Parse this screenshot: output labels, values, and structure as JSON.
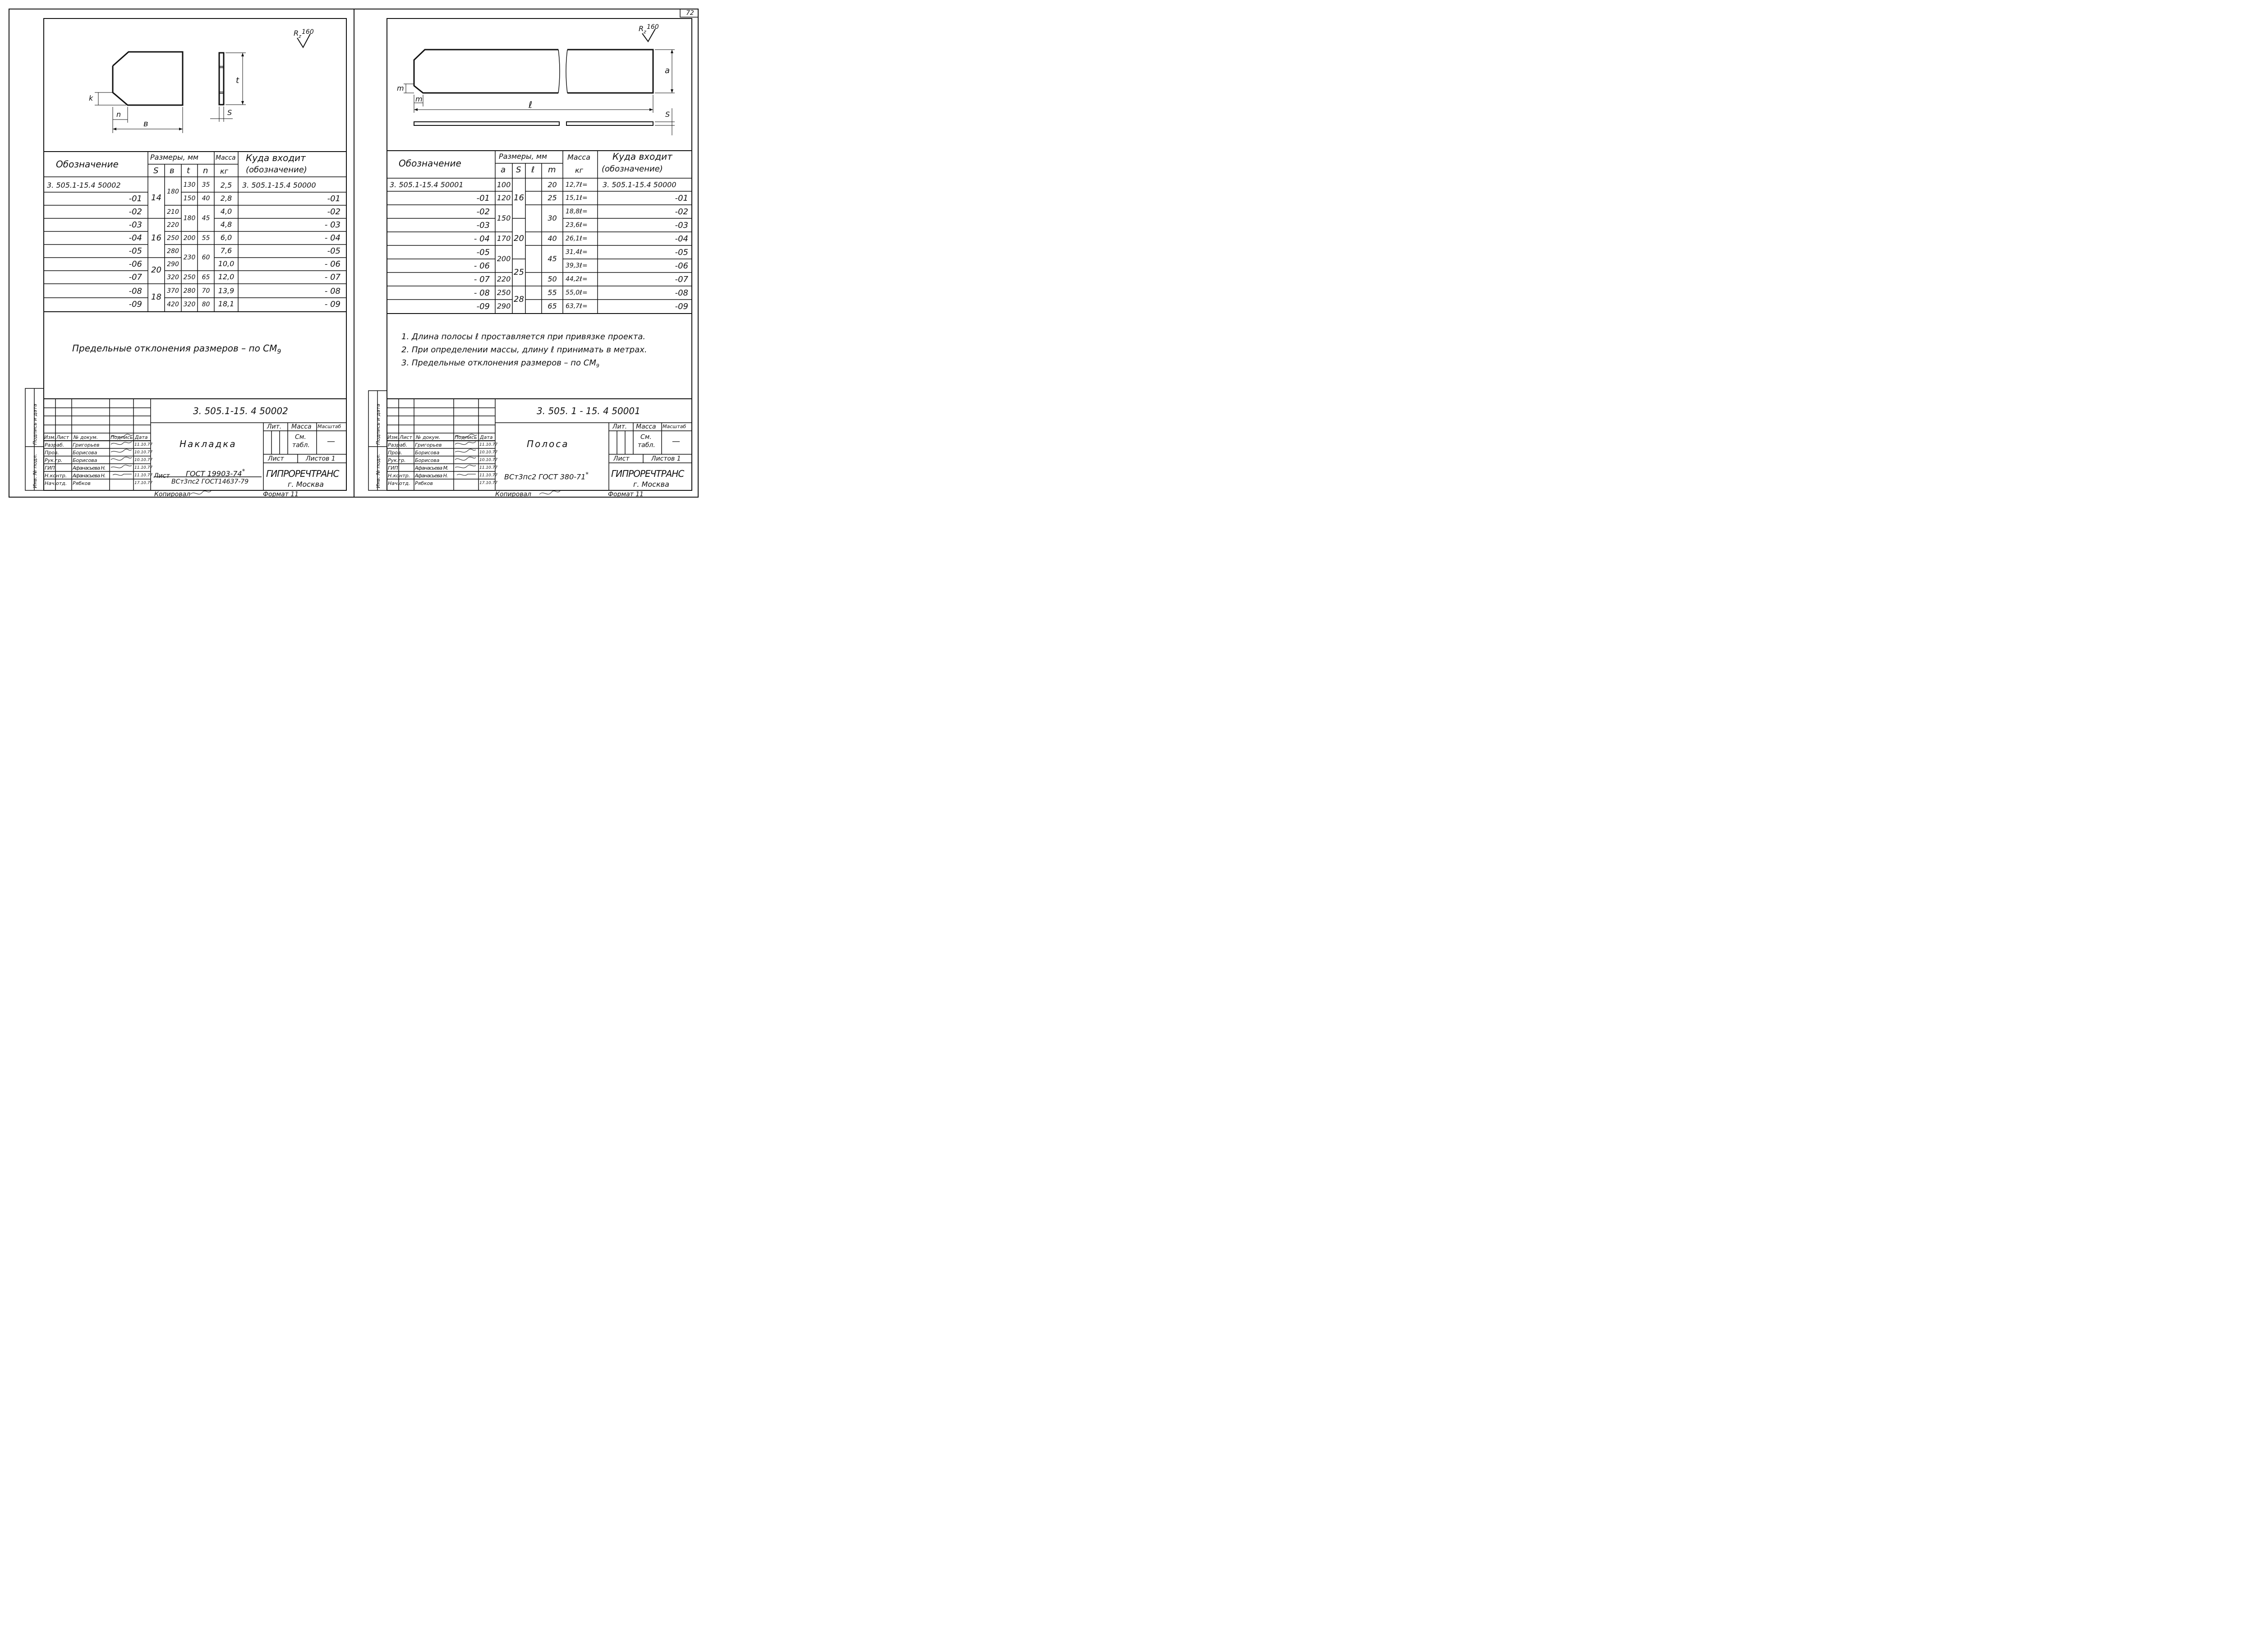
{
  "page_number": "72",
  "stamps": {
    "inv": "Инв. № подл.",
    "sign": "Подпись и дата"
  },
  "left": {
    "roughness": {
      "r": "R",
      "sub": "z",
      "val": "160"
    },
    "dims": {
      "k": "k",
      "n": "n",
      "b": "в",
      "t": "t",
      "s": "S"
    },
    "table": {
      "h_designation": "Обозначение",
      "h_sizes": "Размеры, мм",
      "h_mass": "Масса",
      "h_where_1": "Куда входит",
      "h_where_2": "(обозначение)",
      "sub": {
        "s": "S",
        "b": "в",
        "t": "t",
        "n": "n",
        "kg": "кг"
      },
      "designations": [
        "3. 505.1-15.4 50002",
        "-01",
        "-02",
        "-03",
        "-04",
        "-05",
        "-06",
        "-07",
        "-08",
        "-09"
      ],
      "S": [
        "14",
        "16",
        "20",
        "18"
      ],
      "B": [
        "180",
        "210",
        "220",
        "250",
        "280",
        "290",
        "320",
        "370",
        "420"
      ],
      "T": [
        "130",
        "150",
        "180",
        "200",
        "230",
        "250",
        "280",
        "320"
      ],
      "N": [
        "35",
        "40",
        "45",
        "55",
        "60",
        "65",
        "70",
        "80"
      ],
      "mass": [
        "2,5",
        "2,8",
        "4,0",
        "4,8",
        "6,0",
        "7,6",
        "10,0",
        "12,0",
        "13,9",
        "18,1"
      ],
      "where": [
        "3. 505.1-15.4 50000",
        "-01",
        "-02",
        "- 03",
        "- 04",
        "-05",
        "- 06",
        "- 07",
        "- 08",
        "- 09"
      ]
    },
    "note": "Предельные отклонения размеров – по СМ",
    "note_sub": "9",
    "title_block": {
      "code": "3. 505.1-15. 4  50002",
      "name": "Накладка",
      "lit": "Лит.",
      "mass": "Масса",
      "scale": "Масштаб",
      "mass_val_1": "См.",
      "mass_val_2": "табл.",
      "scale_val": "—",
      "sheet": "Лист",
      "sheets": "Листов 1",
      "org": "ГИПРОРЕЧТРАНС",
      "city": "г. Москва",
      "list_label": "Лист",
      "material_1": "ГОСТ 19903-74",
      "material_star": "*",
      "material_2": "ВСт3пс2 ГОСТ14637-79",
      "headers": [
        "Изм.",
        "Лист",
        "№ докум.",
        "Подпись",
        "Дата"
      ],
      "roles": [
        "Разраб.",
        "Пров.",
        "Рук.гр.",
        "ГИП",
        "Н.контр.",
        "Нач.отд."
      ],
      "names": [
        "Григорьев",
        "Борисова",
        "Борисова",
        "Афанасьева Н.",
        "Афанасьева Н.",
        "Рябков"
      ],
      "dates": [
        "11.10.77",
        "10.10.77",
        "10.10.77",
        "11.10.77",
        "11.10.77",
        "17.10.77"
      ]
    },
    "footer_copy": "Копировал",
    "footer_format": "Формат 11"
  },
  "right": {
    "roughness": {
      "r": "R",
      "sub": "z",
      "val": "160"
    },
    "dims": {
      "m": "m",
      "a": "a",
      "l": "ℓ",
      "s": "S"
    },
    "table": {
      "h_designation": "Обозначение",
      "h_sizes": "Размеры, мм",
      "h_mass": "Масса",
      "h_where_1": "Куда входит",
      "h_where_2": "(обозначение)",
      "sub": {
        "a": "a",
        "s": "S",
        "l": "ℓ",
        "m": "m",
        "kg": "кг"
      },
      "designations": [
        "3. 505.1-15.4 50001",
        "-01",
        "-02",
        "-03",
        "- 04",
        "-05",
        "- 06",
        "- 07",
        "- 08",
        "-09"
      ],
      "A": [
        "100",
        "120",
        "150",
        "170",
        "200",
        "220",
        "250",
        "290"
      ],
      "S": [
        "16",
        "20",
        "25",
        "28"
      ],
      "M": [
        "20",
        "25",
        "30",
        "40",
        "45",
        "50",
        "55",
        "65"
      ],
      "mass": [
        "12,7ℓ=",
        "15,1ℓ=",
        "18,8ℓ=",
        "23,6ℓ=",
        "26,1ℓ=",
        "31,4ℓ=",
        "39,3ℓ=",
        "44,2ℓ=",
        "55,0ℓ=",
        "63,7ℓ="
      ],
      "where": [
        "3. 505.1-15.4 50000",
        "-01",
        "-02",
        "-03",
        "-04",
        "-05",
        "-06",
        "-07",
        "-08",
        "-09"
      ]
    },
    "notes": [
      "1.  Длина полосы ℓ проставляется при привязке проекта.",
      "2.  При определении массы, длину ℓ принимать в метрах.",
      "3.  Предельные отклонения размеров – по СМ"
    ],
    "note_sub": "9",
    "title_block": {
      "code": "3. 505. 1 - 15. 4   50001",
      "name": "Полоса",
      "lit": "Лит.",
      "mass": "Масса",
      "scale": "Масштаб",
      "mass_val_1": "См.",
      "mass_val_2": "табл.",
      "scale_val": "—",
      "sheet": "Лист",
      "sheets": "Листов 1",
      "org": "ГИПРОРЕЧТРАНС",
      "city": "г. Москва",
      "material": "ВСт3пс2 ГОСТ 380-71",
      "material_star": "*",
      "headers": [
        "Изм.",
        "Лист",
        "№ докум.",
        "Подпись",
        "Дата"
      ],
      "roles": [
        "Разраб.",
        "Пров.",
        "Рук.гр.",
        "ГИП",
        "Н.контр.",
        "Нач.отд."
      ],
      "names": [
        "Григорьев",
        "Борисова",
        "Борисова",
        "Афанасьева М.",
        "Афанасьева Н.",
        "Рябков"
      ],
      "dates": [
        "11.10.77",
        "10.10.77",
        "10.10.77",
        "11.10.77",
        "11.10.77",
        "17.10.77"
      ]
    },
    "footer_copy": "Копировал",
    "footer_format": "Формат 11"
  }
}
